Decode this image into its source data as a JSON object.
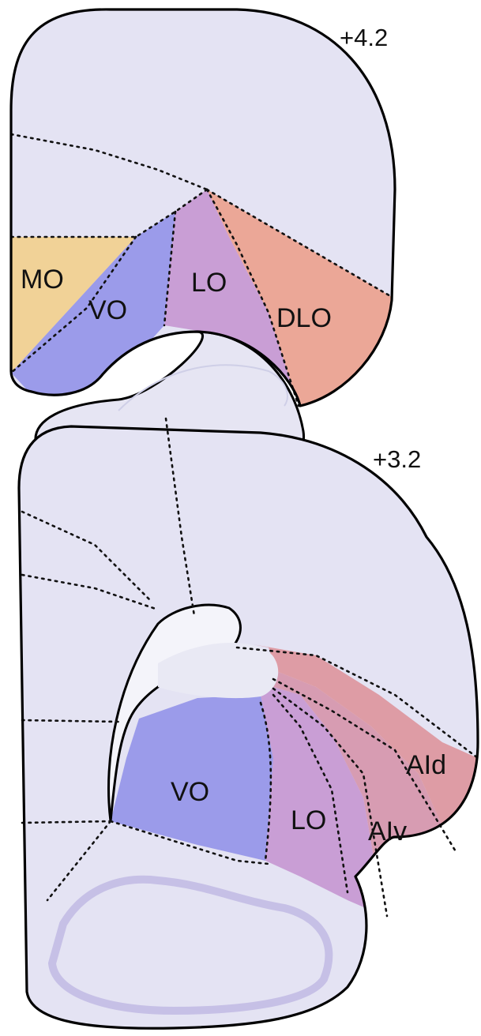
{
  "colors": {
    "tissue": "#e4e3f3",
    "tissue_dark": "#d6d4ec",
    "MO": "#f3cf86",
    "VO": "#8e8ee8",
    "LO": "#c492cf",
    "DLO": "#ec9c86",
    "AId": "#dd8f96",
    "AIv": "#d58fa6"
  },
  "sections": [
    {
      "level": "+4.2",
      "regions": [
        {
          "id": "MO",
          "label": "MO"
        },
        {
          "id": "VO",
          "label": "VO"
        },
        {
          "id": "LO",
          "label": "LO"
        },
        {
          "id": "DLO",
          "label": "DLO"
        }
      ]
    },
    {
      "level": "+3.2",
      "regions": [
        {
          "id": "VO",
          "label": "VO"
        },
        {
          "id": "LO",
          "label": "LO"
        },
        {
          "id": "AIv",
          "label": "AIv"
        },
        {
          "id": "AId",
          "label": "AId"
        }
      ]
    }
  ]
}
